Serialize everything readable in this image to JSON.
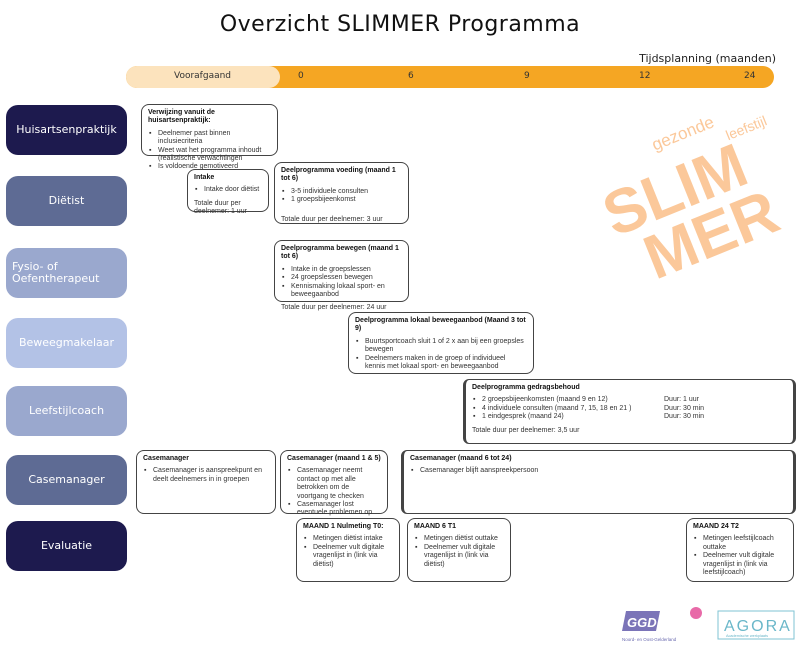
{
  "title": "Overzicht SLIMMER Programma",
  "timeline": {
    "label": "Tijdsplanning (maanden)",
    "pre_label": "Voorafgaand",
    "ticks": [
      "0",
      "6",
      "9",
      "12",
      "24"
    ],
    "colors": {
      "bar": "#f5a623",
      "pre": "#fce3bd"
    }
  },
  "roles": [
    {
      "label": "Huisartsenpraktijk",
      "color": "#1d1a4e"
    },
    {
      "label": "Diëtist",
      "color": "#5e6b94"
    },
    {
      "label": "Fysio- of Oefentherapeut",
      "color": "#9aa8ce"
    },
    {
      "label": "Beweegmakelaar",
      "color": "#b3c2e6"
    },
    {
      "label": "Leefstijlcoach",
      "color": "#9aa8ce"
    },
    {
      "label": "Casemanager",
      "color": "#5e6b94"
    },
    {
      "label": "Evaluatie",
      "color": "#1d1a4e"
    }
  ],
  "boxes": {
    "verwijzing": {
      "title": "Verwijzing vanuit de huisartsenpraktijk:",
      "items": [
        "Deelnemer past binnen inclusiecriteria",
        "Weet wat het programma inhoudt (realistische verwachtingen",
        "Is voldoende gemotiveerd"
      ]
    },
    "intake": {
      "title": "Intake",
      "items": [
        "Intake door diëtist"
      ],
      "footer": "Totale duur per deelnemer: 1 uur"
    },
    "voeding": {
      "title": "Deelprogramma voeding (maand 1 tot 6)",
      "items": [
        "3-5 individuele consulten",
        "1 groepsbijeenkomst"
      ],
      "footer": "Totale duur per deelnemer: 3 uur"
    },
    "bewegen": {
      "title": "Deelprogramma bewegen (maand 1 tot 6)",
      "items": [
        "Intake in de groepslessen",
        "24 groepslessen bewegen",
        "Kennismaking lokaal sport- en beweegaanbod"
      ],
      "footer": "Totale duur per deelnemer: 24 uur"
    },
    "lokaal": {
      "title": "Deelprogramma lokaal beweegaanbod (Maand 3 tot 9)",
      "items": [
        "Buurtsportcoach sluit 1 of 2 x aan bij een groepsles bewegen",
        "Deelnemers maken in de groep of individueel kennis met lokaal sport- en beweegaanbod"
      ]
    },
    "gedrag": {
      "title": "Deelprogramma gedragsbehoud",
      "items": [
        "2 groepsbijeenkomsten (maand 9 en 12)",
        "4 individuele consulten (maand 7, 15, 18 en 21 )",
        "1 eindgesprek (maand 24)"
      ],
      "durations": [
        "Duur: 1 uur",
        "Duur: 30 min",
        "Duur: 30 min"
      ],
      "footer": "Totale duur per deelnemer: 3,5 uur"
    },
    "case1": {
      "title": "Casemanager",
      "items": [
        "Casemanager is aanspreekpunt en deelt  deelnemers in in groepen"
      ]
    },
    "case2": {
      "title": "Casemanager (maand 1 & 5)",
      "items": [
        "Casemanager neemt contact op met alle betrokken om de voortgang te checken",
        "Casemanager lost eventuele problemen op"
      ]
    },
    "case3": {
      "title": "Casemanager (maand 6 tot 24)",
      "items": [
        "Casemanager blijft aanspreekpersoon"
      ]
    },
    "t0": {
      "title": "MAAND 1 Nulmeting T0:",
      "items": [
        "Metingen diëtist intake",
        "Deelnemer vult digitale vragenlijst in (link via diëtist)"
      ]
    },
    "t1": {
      "title": "MAAND 6 T1",
      "items": [
        "Metingen diëtist outtake",
        "Deelnemer vult digitale vragenlijst in (link via diëtist)"
      ]
    },
    "t2": {
      "title": "MAAND 24 T2",
      "items": [
        "Metingen leefstijlcoach outtake",
        "Deelnemer vult digitale vragenlijst in (link via leefstijlcoach)"
      ]
    }
  },
  "brand": {
    "word1": "SLIM",
    "word2": "MER",
    "tag1": "gezonde",
    "tag2": "leefstijl",
    "color": "#fbc89a"
  },
  "logos": {
    "ggd": "GGD",
    "ggd_sub": "Noord- en Oost-Gelderland",
    "agora": "AGORA",
    "agora_sub": "Academische werkplaats"
  }
}
